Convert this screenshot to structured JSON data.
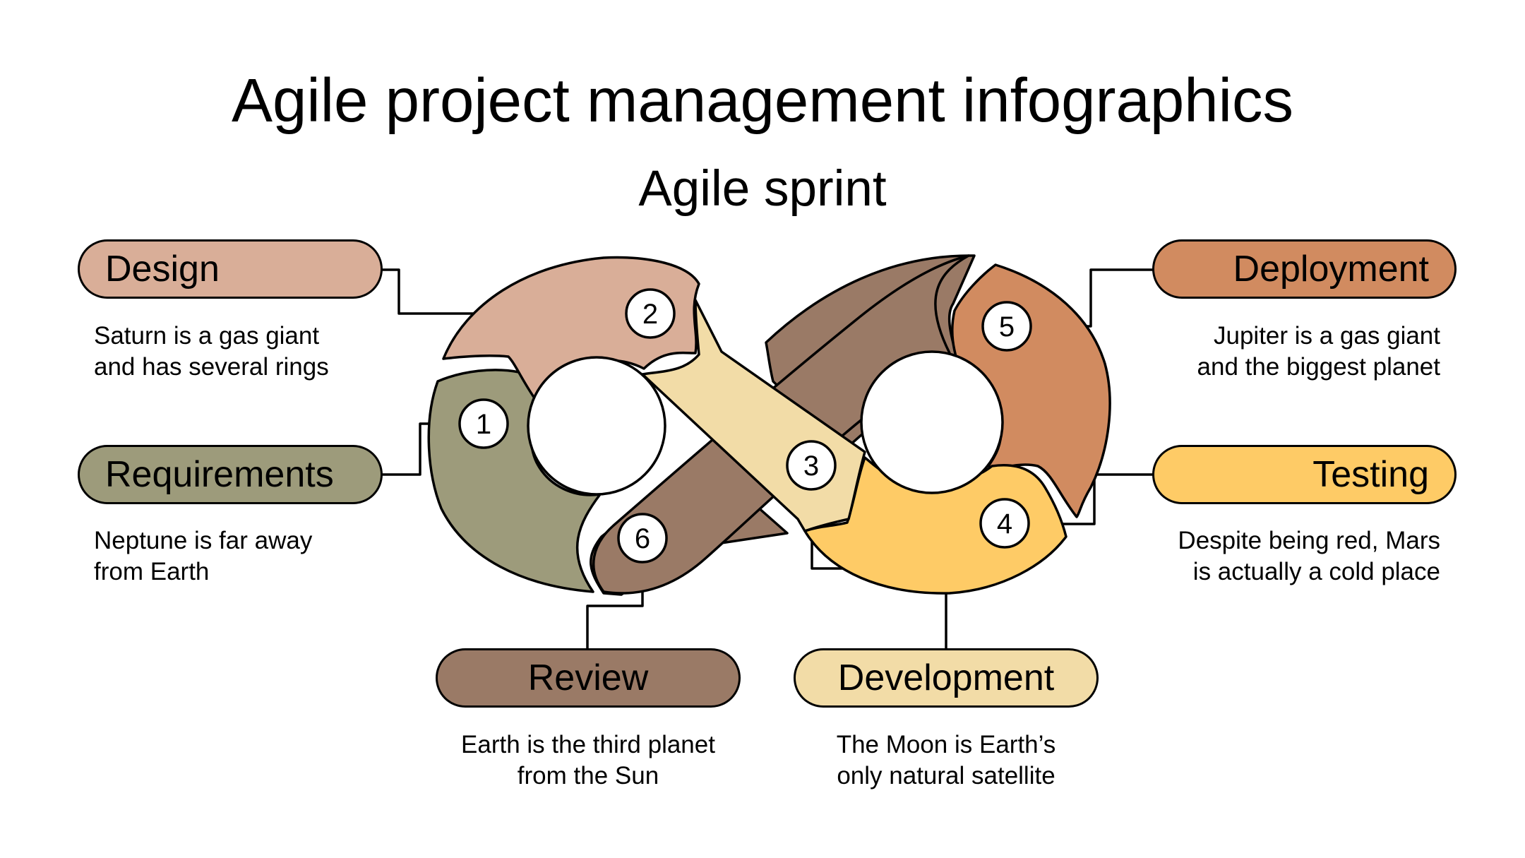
{
  "title": "Agile project management infographics",
  "subtitle": "Agile sprint",
  "colors": {
    "design": "#d9ae98",
    "requirements": "#9d9b7b",
    "review": "#9a7a66",
    "development": "#f2dca7",
    "testing": "#fecb66",
    "deployment": "#d18b60",
    "outline": "#000000",
    "badge": "#ffffff"
  },
  "steps": [
    {
      "number": "1",
      "label": "Requirements",
      "desc_line1": "Neptune is far away",
      "desc_line2": "from Earth"
    },
    {
      "number": "2",
      "label": "Design",
      "desc_line1": "Saturn is a gas giant",
      "desc_line2": "and has several rings"
    },
    {
      "number": "3",
      "label": "Development",
      "desc_line1": "The Moon is Earth’s",
      "desc_line2": "only natural satellite"
    },
    {
      "number": "4",
      "label": "Testing",
      "desc_line1": "Despite being red, Mars",
      "desc_line2": "is actually a cold place"
    },
    {
      "number": "5",
      "label": "Deployment",
      "desc_line1": "Jupiter is a gas giant",
      "desc_line2": "and the biggest planet"
    },
    {
      "number": "6",
      "label": "Review",
      "desc_line1": "Earth is the third planet",
      "desc_line2": "from the Sun"
    }
  ]
}
